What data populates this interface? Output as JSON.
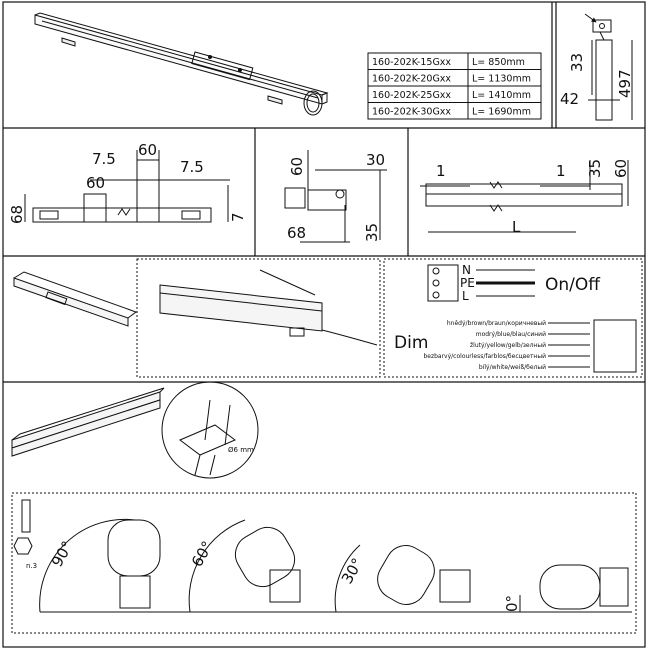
{
  "model_table": [
    {
      "model": "160-202K-15Gxx",
      "length": "L= 850mm"
    },
    {
      "model": "160-202K-20Gxx",
      "length": "L= 1130mm"
    },
    {
      "model": "160-202K-25Gxx",
      "length": "L= 1410mm"
    },
    {
      "model": "160-202K-30Gxx",
      "length": "L= 1690mm"
    }
  ],
  "side_view_dims": {
    "top": "33",
    "right": "497",
    "bottom": "42"
  },
  "bracket_dims": {
    "a": "7.5",
    "b": "60",
    "c": "7.5",
    "d": "60",
    "e": "68",
    "f": "7"
  },
  "end_view_dims": {
    "a": "60",
    "b": "30",
    "c": "68",
    "d": "35"
  },
  "length_view_dims": {
    "left": "1",
    "right": "1",
    "h1": "35",
    "h2": "60",
    "length": "L"
  },
  "wiring": {
    "terminals": [
      "N",
      "PE",
      "L"
    ],
    "on_off_label": "On/Off",
    "dim_label": "Dim",
    "wires": [
      "hnědý/brown/braun/коричневый",
      "modrý/blue/blau/синий",
      "žlutý/yellow/gelb/зелный",
      "bezbarvý/colourless/farblos/бесцветный",
      "bílý/white/weiß/белый"
    ]
  },
  "mount_detail": {
    "hole_label": "Ø6 mm"
  },
  "tool_label": "n.3",
  "tilt_angles": [
    "90°",
    "60°",
    "30°",
    "0°"
  ]
}
